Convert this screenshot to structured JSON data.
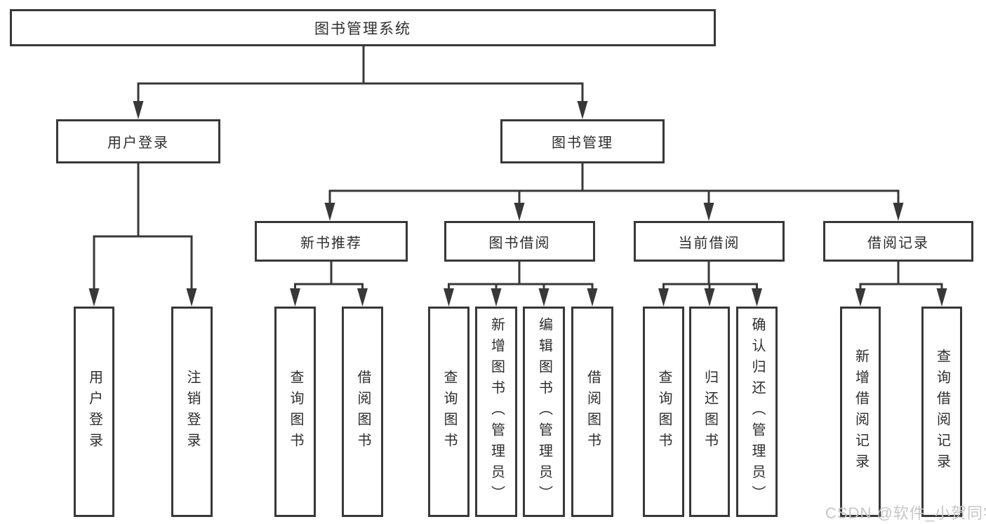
{
  "watermark": "CSDN @软件_小贺同学",
  "colors": {
    "line": "#383838",
    "text": "#2d2d2d",
    "watermark_text": "#c6c6c6",
    "background": "#ffffff"
  },
  "tree": {
    "root": {
      "label": "图书管理系统"
    },
    "branches": [
      {
        "label": "用户登录",
        "children": [
          {
            "label": "用户登录"
          },
          {
            "label": "注销登录"
          }
        ]
      },
      {
        "label": "图书管理",
        "children": [
          {
            "label": "新书推荐",
            "children": [
              {
                "label": "查询图书"
              },
              {
                "label": "借阅图书"
              }
            ]
          },
          {
            "label": "图书借阅",
            "children": [
              {
                "label": "查询图书"
              },
              {
                "label": "新增图书（管理员）"
              },
              {
                "label": "编辑图书（管理员）"
              },
              {
                "label": "借阅图书"
              }
            ]
          },
          {
            "label": "当前借阅",
            "children": [
              {
                "label": "查询图书"
              },
              {
                "label": "归还图书"
              },
              {
                "label": "确认归还（管理员）"
              }
            ]
          },
          {
            "label": "借阅记录",
            "children": [
              {
                "label": "新增借阅记录"
              },
              {
                "label": "查询借阅记录"
              }
            ]
          }
        ]
      }
    ]
  }
}
